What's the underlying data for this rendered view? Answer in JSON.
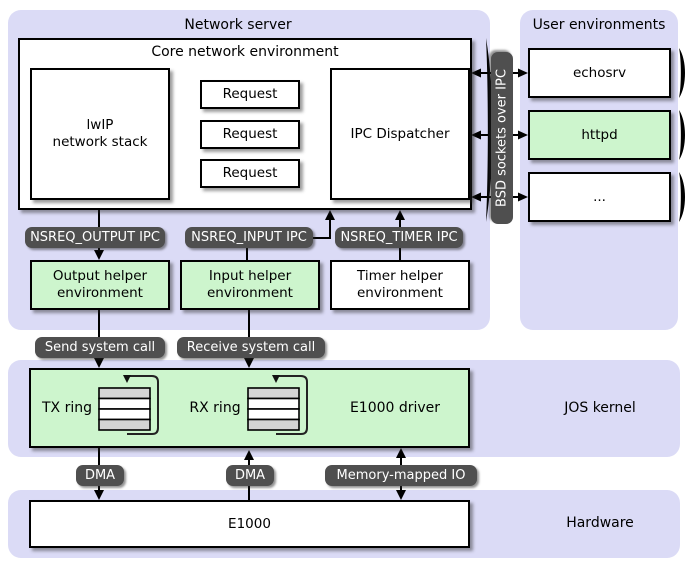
{
  "colors": {
    "panel_bg": "#dbdbf6",
    "green_box_bg": "#cdf5cd",
    "pill_bg": "#4f4f4f",
    "arrow_gray": "#555555",
    "arrow_black": "#000000"
  },
  "panels": {
    "network_server": {
      "title": "Network server"
    },
    "user_environments": {
      "title": "User environments"
    },
    "jos_kernel": {
      "title": "JOS kernel"
    },
    "hardware": {
      "title": "Hardware"
    }
  },
  "boxes": {
    "core": {
      "title": "Core network environment"
    },
    "lwip": {
      "line1": "lwIP",
      "line2": "network stack"
    },
    "requests": [
      "Request",
      "Request",
      "Request"
    ],
    "dispatcher": {
      "label": "IPC Dispatcher"
    },
    "echosrv": {
      "label": "echosrv"
    },
    "httpd": {
      "label": "httpd"
    },
    "more_envs": {
      "label": "..."
    },
    "output_helper": {
      "line1": "Output helper",
      "line2": "environment"
    },
    "input_helper": {
      "line1": "Input helper",
      "line2": "environment"
    },
    "timer_helper": {
      "line1": "Timer helper",
      "line2": "environment"
    },
    "tx_ring": {
      "label": "TX ring"
    },
    "rx_ring": {
      "label": "RX ring"
    },
    "e1000_driver": {
      "label": "E1000 driver"
    },
    "e1000": {
      "label": "E1000"
    }
  },
  "pills": {
    "nsreq_output": "NSREQ_OUTPUT IPC",
    "nsreq_input": "NSREQ_INPUT IPC",
    "nsreq_timer": "NSREQ_TIMER IPC",
    "send_syscall": "Send system call",
    "receive_syscall": "Receive system call",
    "dma_tx": "DMA",
    "dma_rx": "DMA",
    "mmio": "Memory-mapped IO",
    "bsd_sockets": "BSD sockets over IPC"
  }
}
